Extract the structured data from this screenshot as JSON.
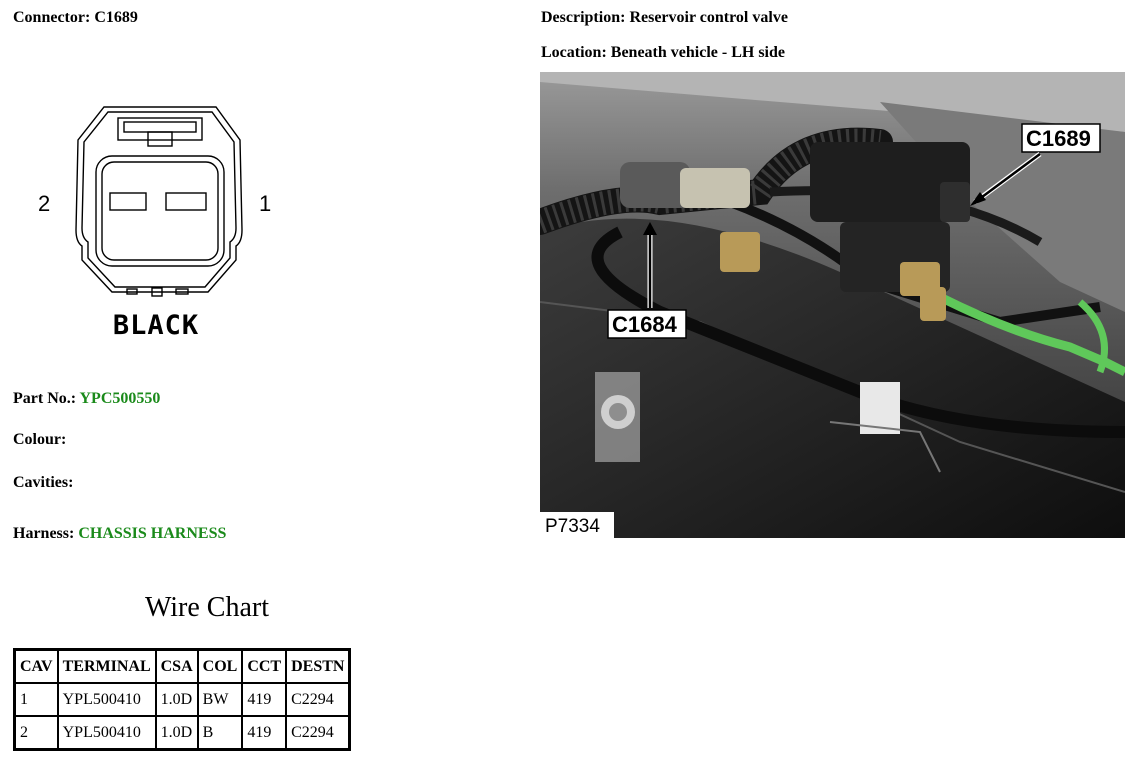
{
  "header": {
    "connector_label": "Connector:",
    "connector_value": "C1689",
    "description_label": "Description:",
    "description_value": "Reservoir control valve",
    "location_label": "Location:",
    "location_value": "Beneath vehicle - LH side"
  },
  "diagram": {
    "pin_left": "2",
    "pin_right": "1",
    "color_text": "BLACK"
  },
  "info": {
    "part_label": "Part No.:",
    "part_value": "YPC500550",
    "colour_label": "Colour:",
    "colour_value": "",
    "cavities_label": "Cavities:",
    "cavities_value": "",
    "harness_label": "Harness:",
    "harness_value": "CHASSIS HARNESS"
  },
  "photo": {
    "callout_main": "C1689",
    "callout_other": "C1684",
    "photo_ref": "P7334"
  },
  "wire_chart": {
    "title": "Wire Chart",
    "headers": [
      "CAV",
      "TERMINAL",
      "CSA",
      "COL",
      "CCT",
      "DESTN"
    ],
    "rows": [
      [
        "1",
        "YPL500410",
        "1.0D",
        "BW",
        "419",
        "C2294"
      ],
      [
        "2",
        "YPL500410",
        "1.0D",
        "B",
        "419",
        "C2294"
      ]
    ]
  },
  "colors": {
    "accent_green": "#1a8a1a",
    "wire_green": "#5fc85a"
  }
}
